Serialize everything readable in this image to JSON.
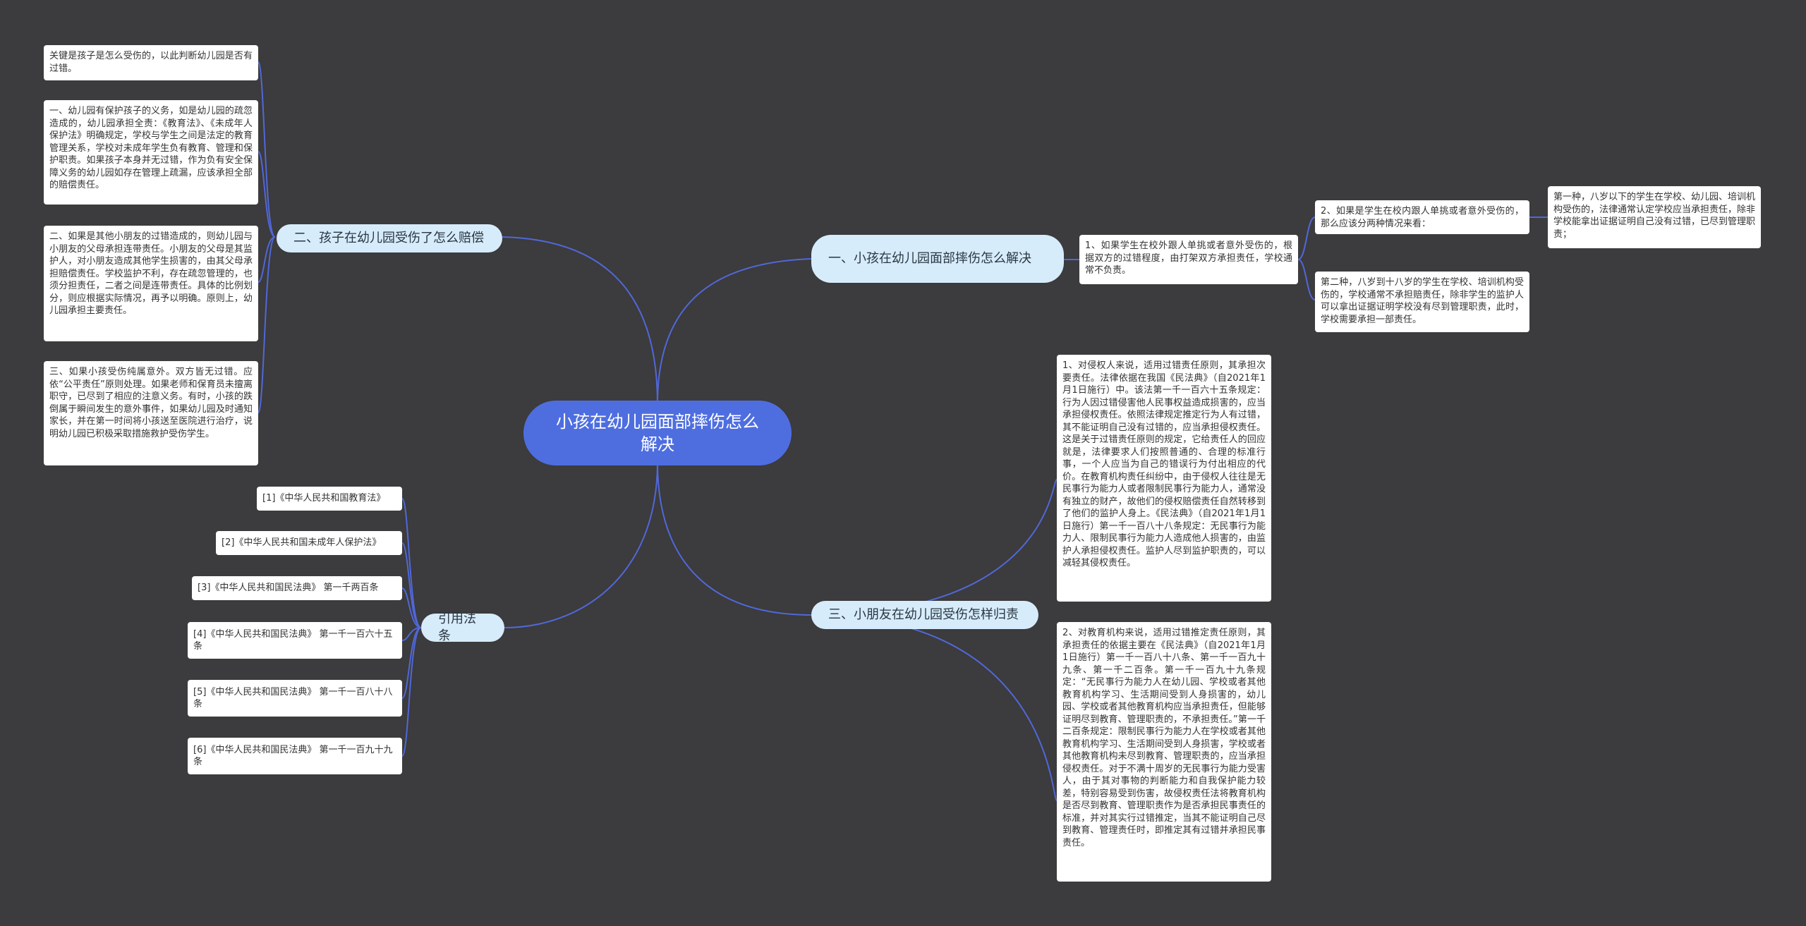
{
  "mindmap": {
    "root": "小孩在幼儿园面部摔伤怎么解决",
    "branch1": {
      "title": "一、小孩在幼儿园面部摔伤怎么解决",
      "point1": "1、如果学生在校外跟人单挑或者意外受伤的，根据双方的过错程度，由打架双方承担责任，学校通常不负责。",
      "point2": "2、如果是学生在校内跟人单挑或者意外受伤的，那么应该分两种情况来看：",
      "case1": "第一种，八岁以下的学生在学校、幼儿园、培训机构受伤的，法律通常认定学校应当承担责任，除非学校能拿出证据证明自己没有过错，已尽到管理职责；",
      "case2": "第二种，八岁到十八岁的学生在学校、培训机构受伤的，学校通常不承担赔责任，除非学生的监护人可以拿出证据证明学校没有尽到管理职责，此时，学校需要承担一部责任。"
    },
    "branch2": {
      "title": "二、孩子在幼儿园受伤了怎么赔偿",
      "leaf0": "关键是孩子是怎么受伤的，以此判断幼儿园是否有过错。",
      "leaf1": "一、幼儿园有保护孩子的义务，如是幼儿园的疏忽造成的，幼儿园承担全责：《教育法》、《未成年人保护法》明确规定，学校与学生之间是法定的教育管理关系，学校对未成年学生负有教育、管理和保护职责。如果孩子本身并无过错，作为负有安全保障义务的幼儿园如存在管理上疏漏，应该承担全部的赔偿责任。",
      "leaf2": "二、如果是其他小朋友的过错造成的，则幼儿园与小朋友的父母承担连带责任。小朋友的父母是其监护人，对小朋友造成其他学生损害的，由其父母承担赔偿责任。学校监护不利，存在疏忽管理的，也须分担责任，二者之间是连带责任。具体的比例划分，则应根据实际情况，再予以明确。原则上，幼儿园承担主要责任。",
      "leaf3": "三、如果小孩受伤纯属意外。双方皆无过错。应依“公平责任”原则处理。如果老师和保育员未擅离职守，已尽到了相应的注意义务。有时，小孩的跌倒属于瞬间发生的意外事件，如果幼儿园及时通知家长，并在第一时间将小孩送至医院进行治疗，说明幼儿园已积极采取措施救护受伤学生。"
    },
    "branch3": {
      "title": "三、小朋友在幼儿园受伤怎样归责",
      "leaf1": "1、对侵权人来说，适用过错责任原则，其承担次要责任。法律依据在我国《民法典》（自2021年1月1日施行）中。该法第一千一百六十五条规定：行为人因过错侵害他人民事权益造成损害的，应当承担侵权责任。依照法律规定推定行为人有过错，其不能证明自己没有过错的，应当承担侵权责任。这是关于过错责任原则的规定，它给责任人的回应就是，法律要求人们按照普通的、合理的标准行事，一个人应当为自己的错误行为付出相应的代价。在教育机构责任纠纷中，由于侵权人往往是无民事行为能力人或者限制民事行为能力人，通常没有独立的财产，故他们的侵权赔偿责任自然转移到了他们的监护人身上。《民法典》（自2021年1月1日施行）第一千一百八十八条规定：无民事行为能力人、限制民事行为能力人造成他人损害的，由监护人承担侵权责任。监护人尽到监护职责的，可以减轻其侵权责任。",
      "leaf2": "2、对教育机构来说，适用过错推定责任原则，其承担责任的依据主要在《民法典》（自2021年1月1日施行）第一千一百八十八条、第一千一百九十九条、第一千二百条。第一千一百九十九条规定：“无民事行为能力人在幼儿园、学校或者其他教育机构学习、生活期间受到人身损害的，幼儿园、学校或者其他教育机构应当承担责任，但能够证明尽到教育、管理职责的，不承担责任。”第一千二百条规定：限制民事行为能力人在学校或者其他教育机构学习、生活期间受到人身损害，学校或者其他教育机构未尽到教育、管理职责的，应当承担侵权责任。对于不满十周岁的无民事行为能力受害人，由于其对事物的判断能力和自我保护能力较差，特别容易受到伤害，故侵权责任法将教育机构是否尽到教育、管理职责作为是否承担民事责任的标准，并对其实行过错推定，当其不能证明自己尽到教育、管理责任时，即推定其有过错并承担民事责任。"
    },
    "branch4": {
      "title": "引用法条",
      "refs": [
        "[1]《中华人民共和国教育法》",
        "[2]《中华人民共和国未成年人保护法》",
        "[3]《中华人民共和国民法典》 第一千两百条",
        "[4]《中华人民共和国民法典》 第一千一百六十五条",
        "[5]《中华人民共和国民法典》 第一千一百八十八条",
        "[6]《中华人民共和国民法典》 第一千一百九十九条"
      ]
    },
    "colors": {
      "background": "#3c3b3d",
      "root": "#4e6ee0",
      "branch": "#d6ecfb",
      "edge": "#5068d8",
      "leaf": "#ffffff"
    }
  }
}
